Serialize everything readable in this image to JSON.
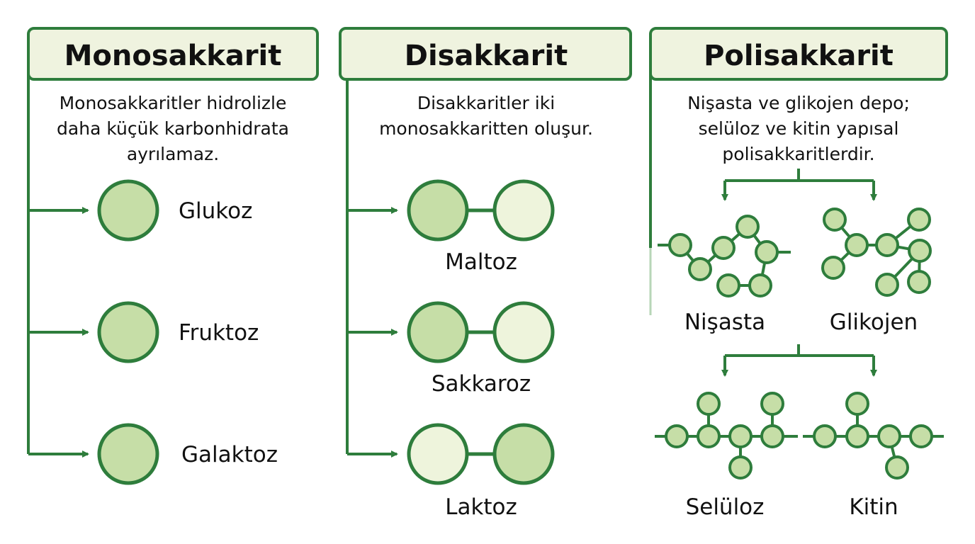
{
  "colors": {
    "accent_green": "#2e7d3c",
    "header_fill": "#eff3df",
    "node_fill": "#c6dea7",
    "node_fill_light": "#eef4dc",
    "text": "#111111",
    "background": "#ffffff"
  },
  "columns": [
    {
      "title": "Monosakkarit",
      "description": [
        "Monosakkaritler hidrolizle",
        "daha küçük karbonhidrata",
        "ayrılamaz."
      ],
      "items": [
        "Glukoz",
        "Fruktoz",
        "Galaktoz"
      ]
    },
    {
      "title": "Disakkarit",
      "description": [
        "Disakkaritler iki",
        "monosakkaritten oluşur."
      ],
      "items": [
        "Maltoz",
        "Sakkaroz",
        "Laktoz"
      ]
    },
    {
      "title": "Polisakkarit",
      "description": [
        "Nişasta ve glikojen depo;",
        "selüloz ve kitin yapısal",
        "polisakkaritlerdir."
      ],
      "storage": [
        "Nişasta",
        "Glikojen"
      ],
      "structural": [
        "Selüloz",
        "Kitin"
      ]
    }
  ]
}
